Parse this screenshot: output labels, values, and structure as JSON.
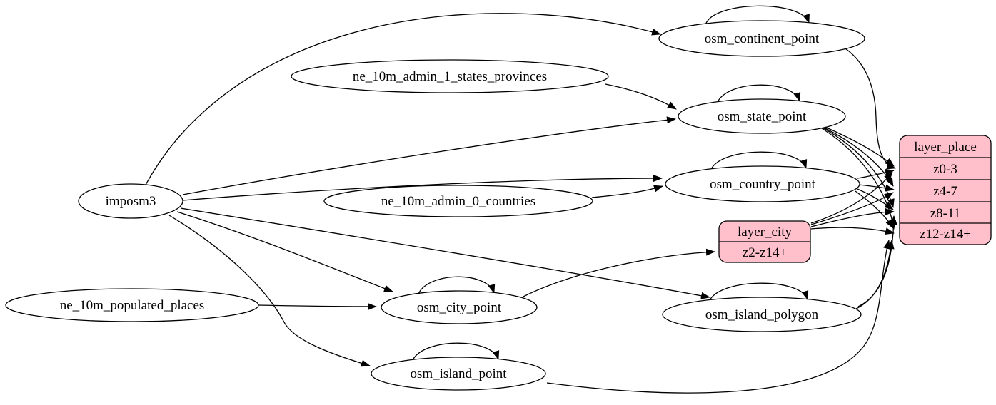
{
  "diagram": {
    "type": "graphviz-etl-graph",
    "colors": {
      "background": "#ffffff",
      "node_fill": "#ffffff",
      "node_stroke": "#000000",
      "record_fill": "#ffc0cb",
      "edge_color": "#000000"
    },
    "nodes": {
      "imposm3": {
        "label": "imposm3"
      },
      "ne_10m_admin_1_states_provinces": {
        "label": "ne_10m_admin_1_states_provinces"
      },
      "ne_10m_admin_0_countries": {
        "label": "ne_10m_admin_0_countries"
      },
      "ne_10m_populated_places": {
        "label": "ne_10m_populated_places"
      },
      "osm_continent_point": {
        "label": "osm_continent_point"
      },
      "osm_state_point": {
        "label": "osm_state_point"
      },
      "osm_country_point": {
        "label": "osm_country_point"
      },
      "osm_city_point": {
        "label": "osm_city_point"
      },
      "osm_island_polygon": {
        "label": "osm_island_polygon"
      },
      "osm_island_point": {
        "label": "osm_island_point"
      },
      "layer_city": {
        "title": "layer_city",
        "rows": [
          "z2-z14+"
        ]
      },
      "layer_place": {
        "title": "layer_place",
        "rows": [
          "z0-3",
          "z4-7",
          "z8-11",
          "z12-z14+"
        ]
      }
    },
    "edges": [
      {
        "from": "imposm3",
        "to": "osm_continent_point"
      },
      {
        "from": "imposm3",
        "to": "osm_state_point"
      },
      {
        "from": "imposm3",
        "to": "osm_country_point"
      },
      {
        "from": "imposm3",
        "to": "osm_city_point"
      },
      {
        "from": "imposm3",
        "to": "osm_island_polygon"
      },
      {
        "from": "imposm3",
        "to": "osm_island_point"
      },
      {
        "from": "ne_10m_admin_1_states_provinces",
        "to": "osm_state_point"
      },
      {
        "from": "ne_10m_admin_0_countries",
        "to": "osm_country_point"
      },
      {
        "from": "ne_10m_populated_places",
        "to": "osm_city_point"
      },
      {
        "from": "osm_continent_point",
        "to": "osm_continent_point",
        "note": "self-loop"
      },
      {
        "from": "osm_state_point",
        "to": "osm_state_point",
        "note": "self-loop"
      },
      {
        "from": "osm_country_point",
        "to": "osm_country_point",
        "note": "self-loop"
      },
      {
        "from": "osm_city_point",
        "to": "osm_city_point",
        "note": "self-loop"
      },
      {
        "from": "osm_island_polygon",
        "to": "osm_island_polygon",
        "note": "self-loop"
      },
      {
        "from": "osm_island_point",
        "to": "osm_island_point",
        "note": "self-loop"
      },
      {
        "from": "osm_continent_point",
        "to": "layer_place",
        "to_port": "z0-3"
      },
      {
        "from": "osm_state_point",
        "to": "layer_place",
        "to_port": "z0-3"
      },
      {
        "from": "osm_state_point",
        "to": "layer_place",
        "to_port": "z4-7"
      },
      {
        "from": "osm_state_point",
        "to": "layer_place",
        "to_port": "z8-11"
      },
      {
        "from": "osm_state_point",
        "to": "layer_place",
        "to_port": "z12-z14+"
      },
      {
        "from": "osm_country_point",
        "to": "layer_place",
        "to_port": "z0-3"
      },
      {
        "from": "osm_country_point",
        "to": "layer_place",
        "to_port": "z4-7"
      },
      {
        "from": "osm_country_point",
        "to": "layer_place",
        "to_port": "z8-11"
      },
      {
        "from": "osm_country_point",
        "to": "layer_place",
        "to_port": "z12-z14+"
      },
      {
        "from": "osm_city_point",
        "to": "layer_city",
        "to_port": "z2-z14+"
      },
      {
        "from": "layer_city",
        "to": "layer_place",
        "to_port": "z0-3"
      },
      {
        "from": "layer_city",
        "to": "layer_place",
        "to_port": "z4-7"
      },
      {
        "from": "layer_city",
        "to": "layer_place",
        "to_port": "z8-11"
      },
      {
        "from": "layer_city",
        "to": "layer_place",
        "to_port": "z12-z14+"
      },
      {
        "from": "osm_island_polygon",
        "to": "layer_place",
        "to_port": "z8-11"
      },
      {
        "from": "osm_island_polygon",
        "to": "layer_place",
        "to_port": "z12-z14+"
      },
      {
        "from": "osm_island_point",
        "to": "layer_place",
        "to_port": "z12-z14+"
      }
    ]
  }
}
